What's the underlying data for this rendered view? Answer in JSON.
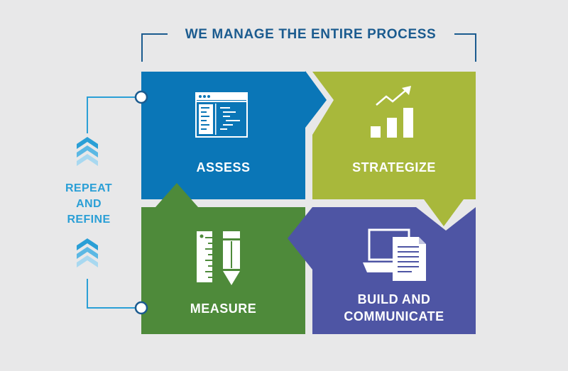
{
  "title": "WE MANAGE THE ENTIRE PROCESS",
  "loop_label": [
    "REPEAT",
    "AND",
    "REFINE"
  ],
  "steps": [
    {
      "label": "ASSESS",
      "color": "#0a76b7",
      "icon": "browser-code-window-icon"
    },
    {
      "label": "STRATEGIZE",
      "color": "#a8b83b",
      "icon": "growth-bar-chart-icon"
    },
    {
      "label": "MEASURE",
      "color": "#4e8a3a",
      "icon": "ruler-pencil-icon"
    },
    {
      "label_lines": [
        "BUILD AND",
        "COMMUNICATE"
      ],
      "color": "#4e55a4",
      "icon": "laptop-document-icon"
    }
  ],
  "colors": {
    "background": "#e8e8e9",
    "title": "#1b5b8f",
    "loop": "#2a9fd6",
    "chevron_dark": "#2a9fd6",
    "chevron_light": "#a8d8f0"
  }
}
